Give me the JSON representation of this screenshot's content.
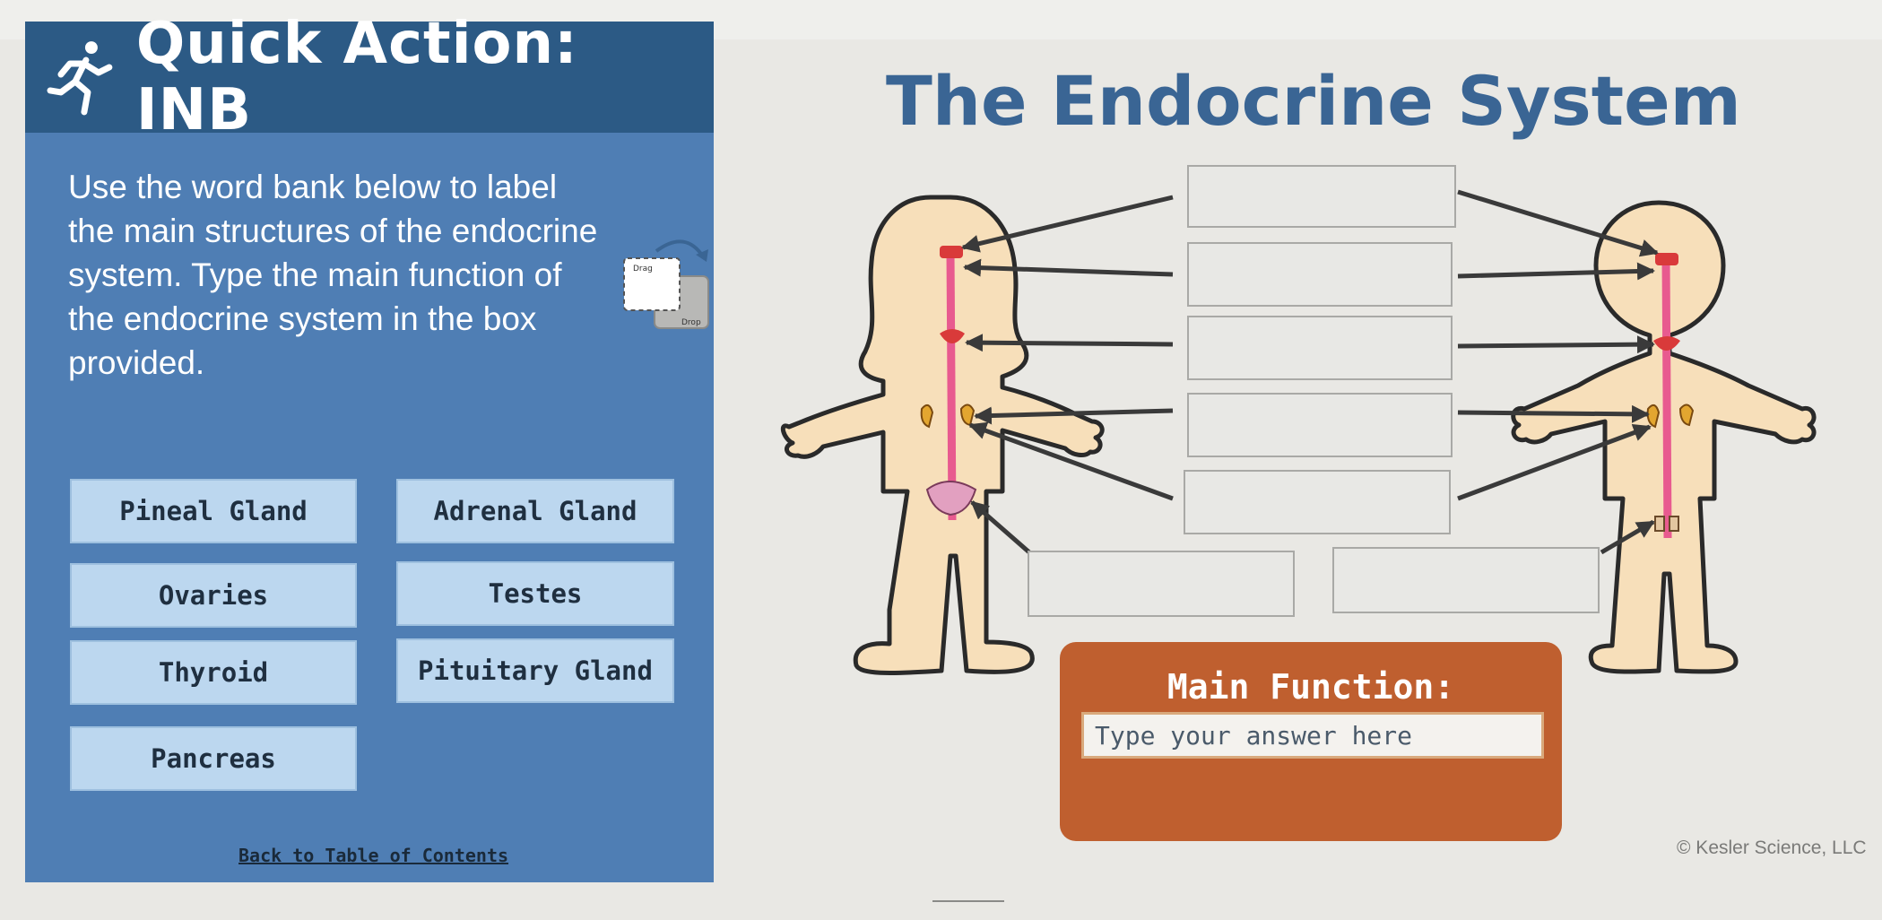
{
  "header": {
    "title": "Quick Action: INB",
    "icon": "running-person-icon"
  },
  "instructions": "Use the word bank below to label the main structures of the endocrine system. Type the main function of the endocrine system in the box provided.",
  "drag_drop_icon": {
    "drag_label": "Drag",
    "drop_label": "Drop"
  },
  "word_bank": [
    "Pineal Gland",
    "Adrenal Gland",
    "Ovaries",
    "Testes",
    "Thyroid",
    "Pituitary Gland",
    "Pancreas"
  ],
  "back_link": "Back to Table of Contents",
  "main_title": "The Endocrine System",
  "main_function": {
    "title": "Main Function:",
    "placeholder": "Type your answer here"
  },
  "copyright": "© Kesler Science, LLC",
  "colors": {
    "panel_blue": "#4f7eb4",
    "header_blue": "#2c5a85",
    "tile_blue": "#bcd7ef",
    "title_blue": "#3a6594",
    "function_orange": "#bf5f2f",
    "skin": "#f7dfba"
  }
}
